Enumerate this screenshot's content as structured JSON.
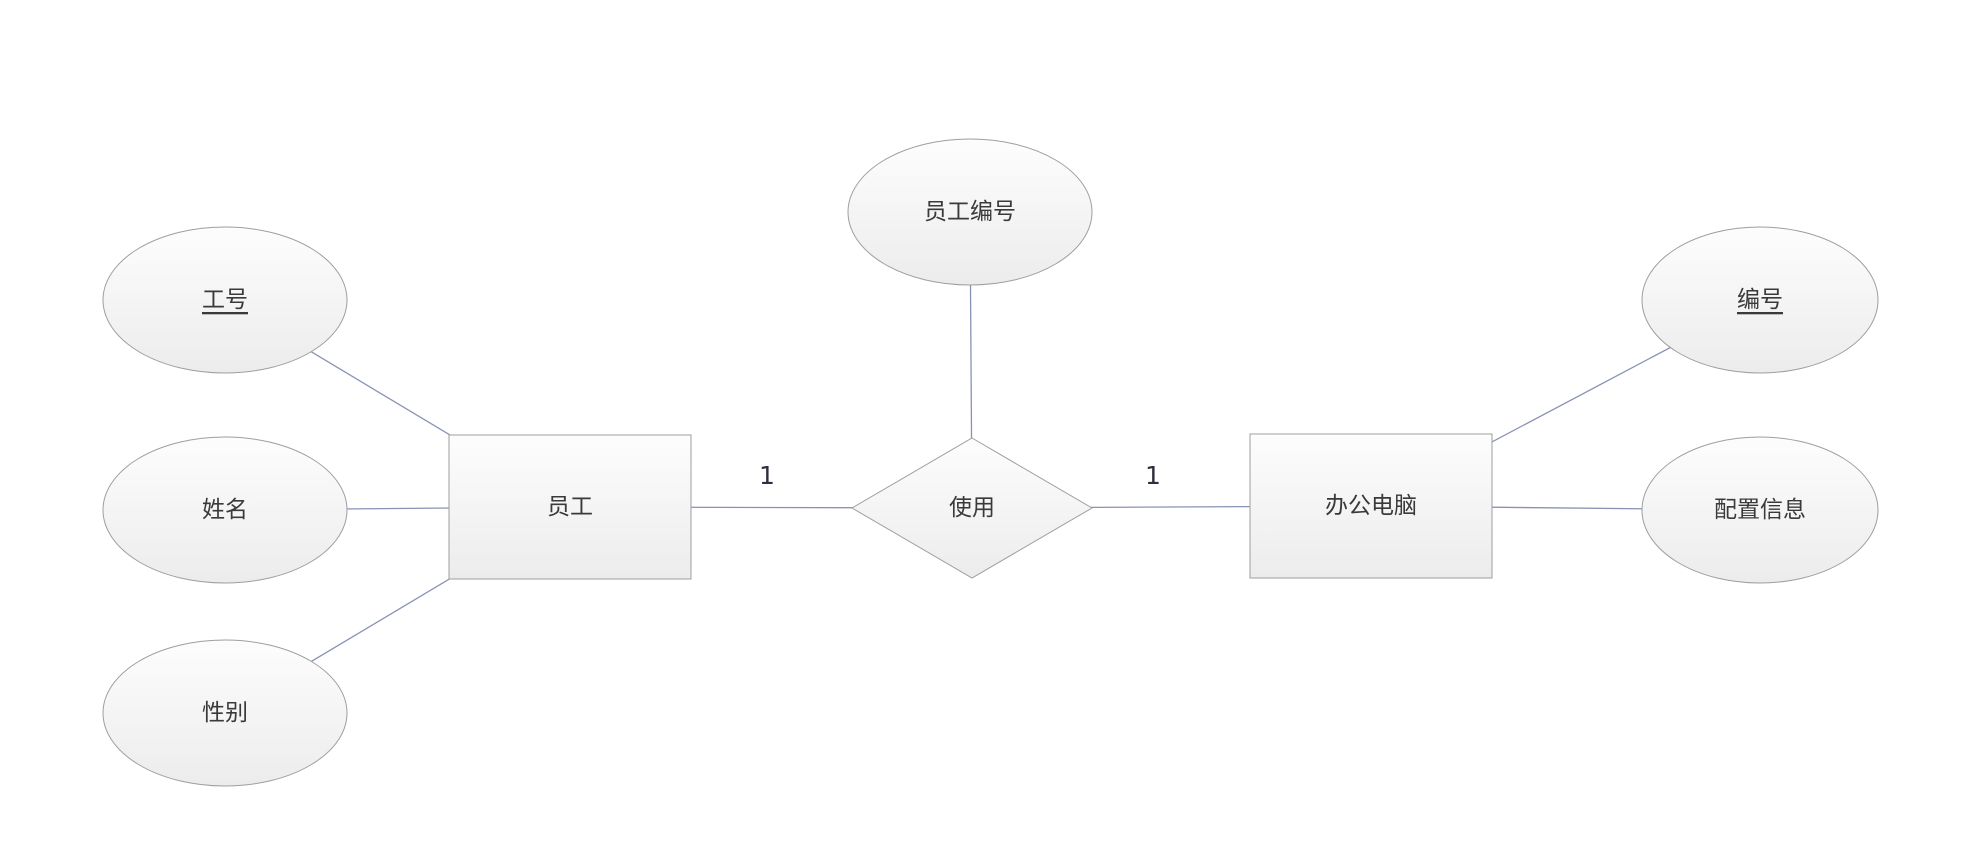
{
  "diagram": {
    "type": "entity-relationship",
    "entities": [
      {
        "label": "员工"
      },
      {
        "label": "办公电脑"
      }
    ],
    "relationship": {
      "label": "使用",
      "left_cardinality": "1",
      "right_cardinality": "1"
    },
    "attributes": [
      {
        "label": "工号",
        "primary_key": true,
        "owner": "员工"
      },
      {
        "label": "姓名",
        "primary_key": false,
        "owner": "员工"
      },
      {
        "label": "性别",
        "primary_key": false,
        "owner": "员工"
      },
      {
        "label": "员工编号",
        "primary_key": false,
        "owner": "使用"
      },
      {
        "label": "编号",
        "primary_key": true,
        "owner": "办公电脑"
      },
      {
        "label": "配置信息",
        "primary_key": false,
        "owner": "办公电脑"
      }
    ],
    "colors": {
      "background": "#ffffff",
      "shape_fill_top": "#fdfdfd",
      "shape_fill_bottom": "#ececec",
      "shape_border": "#9e9e9e",
      "connector": "#8892b4",
      "text": "#3a3a3a"
    }
  }
}
